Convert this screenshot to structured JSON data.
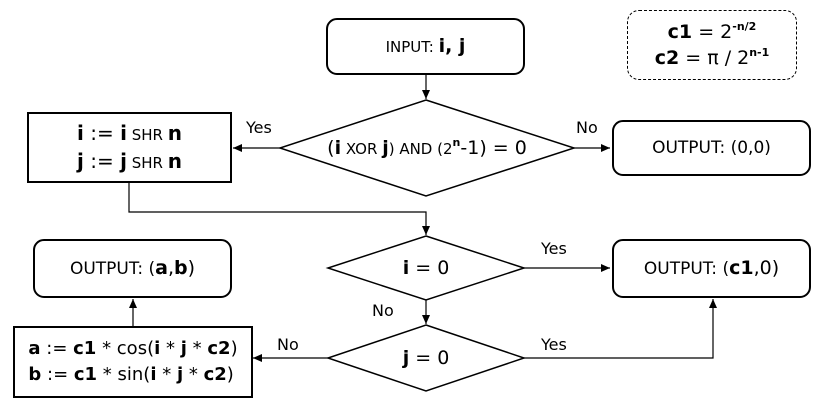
{
  "constants": {
    "c1_name": "c1",
    "c1_eq": "= 2",
    "c1_exp": "-n/2",
    "c2_name": "c2",
    "c2_eq": "= π / 2",
    "c2_exp": "n-1"
  },
  "input": {
    "prefix": "INPUT: ",
    "vars": "i, j"
  },
  "decision_xor": {
    "open": "(",
    "i": "i",
    "xor": " XOR ",
    "j": "j",
    "and": ") AND (2",
    "exp": "n",
    "tail": "-1) = 0"
  },
  "output_zero": {
    "text": "OUTPUT: (0,0)"
  },
  "shift": {
    "l1_i": "i",
    "l1_op": " := ",
    "l1_i2": "i",
    "l1_shr": " SHR ",
    "l1_n": "n",
    "l2_j": "j",
    "l2_op": " := ",
    "l2_j2": "j",
    "l2_shr": " SHR ",
    "l2_n": "n"
  },
  "decision_i": {
    "var": "i",
    "rest": " = 0"
  },
  "decision_j": {
    "var": "j",
    "rest": " = 0"
  },
  "output_ab": {
    "prefix": "OUTPUT: (",
    "a": "a",
    "comma": ",",
    "b": "b",
    "suffix": ")"
  },
  "output_c1": {
    "prefix": "OUTPUT: (",
    "c1": "c1",
    "suffix": ",0)"
  },
  "compute": {
    "a": "a",
    "a_assign": " := ",
    "a_c1": "c1",
    "a_mul": " * cos(",
    "a_i": "i",
    "a_m1": " * ",
    "a_j": "j",
    "a_m2": " * ",
    "a_c2": "c2",
    "a_close": ")",
    "b": "b",
    "b_assign": " := ",
    "b_c1": "c1",
    "b_mul": " * sin(",
    "b_i": "i",
    "b_m1": " * ",
    "b_j": "j",
    "b_m2": " * ",
    "b_c2": "c2",
    "b_close": ")"
  },
  "edge_labels": {
    "xor_yes": "Yes",
    "xor_no": "No",
    "i_yes": "Yes",
    "i_no": "No",
    "j_yes": "Yes",
    "j_no": "No"
  }
}
